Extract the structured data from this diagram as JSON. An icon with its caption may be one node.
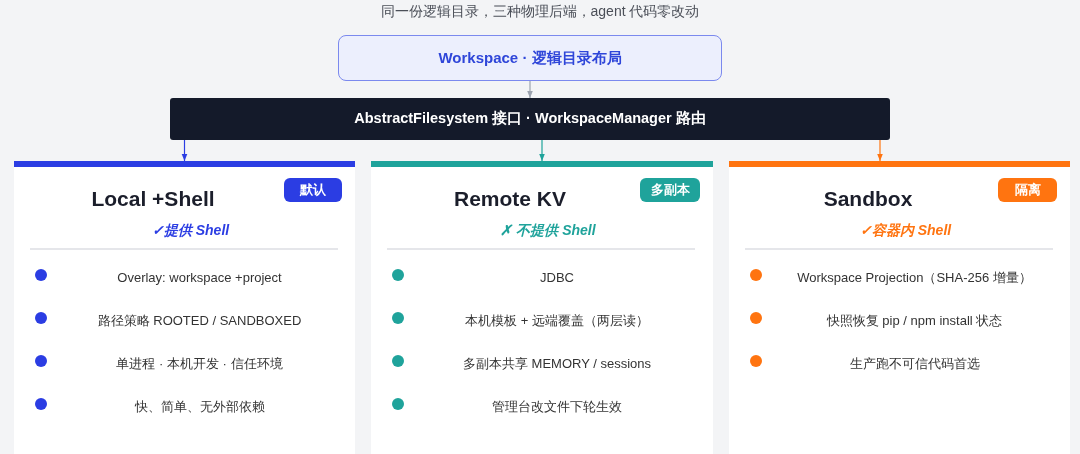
{
  "diagram": {
    "title": "同一份逻辑目录，三种物理后端，agent 代码零改动",
    "nodes": [
      {
        "text": [
          "Workspace · 逻辑目录布局"
        ]
      },
      {
        "text": [
          "AbstractFilesystem 接口 · WorkspaceManager 路由"
        ]
      },
      {
        "text": [
          "Local +Shell",
          "✓提供 Shell",
          "Overlay: workspace +project",
          "路径策略 ROOTED / SANDBOXED",
          "单进程 · 本机开发 · 信任环境",
          "快、简单、无外部依赖"
        ]
      },
      {
        "text": [
          "默认"
        ],
        "in": 2
      },
      {
        "text": [
          "Remote KV",
          "✗ 不提供 Shell",
          "JDBC",
          "本机模板 + 远端覆盖（两层读）",
          "多副本共享 MEMORY / sessions",
          "管理台改文件下轮生效"
        ]
      },
      {
        "text": [
          "多副本"
        ],
        "in": 4
      },
      {
        "text": [
          "Sandbox",
          "✓容器内 Shell",
          "Workspace Projection（SHA-256 增量）",
          "快照恢复 pip / npm install 状态",
          "生产跑不可信代码首选"
        ]
      },
      {
        "text": [
          "隔离"
        ],
        "in": 6
      }
    ],
    "edges": [
      {
        "from": 0,
        "to": 1,
        "arrow": "to"
      },
      {
        "from": 1,
        "to": 2,
        "arrow": "to",
        "color": "#2b3de3"
      },
      {
        "from": 1,
        "to": 4,
        "arrow": "to",
        "color": "#1fa39b"
      },
      {
        "from": 1,
        "to": 6,
        "arrow": "to",
        "color": "#ff7410"
      }
    ]
  }
}
